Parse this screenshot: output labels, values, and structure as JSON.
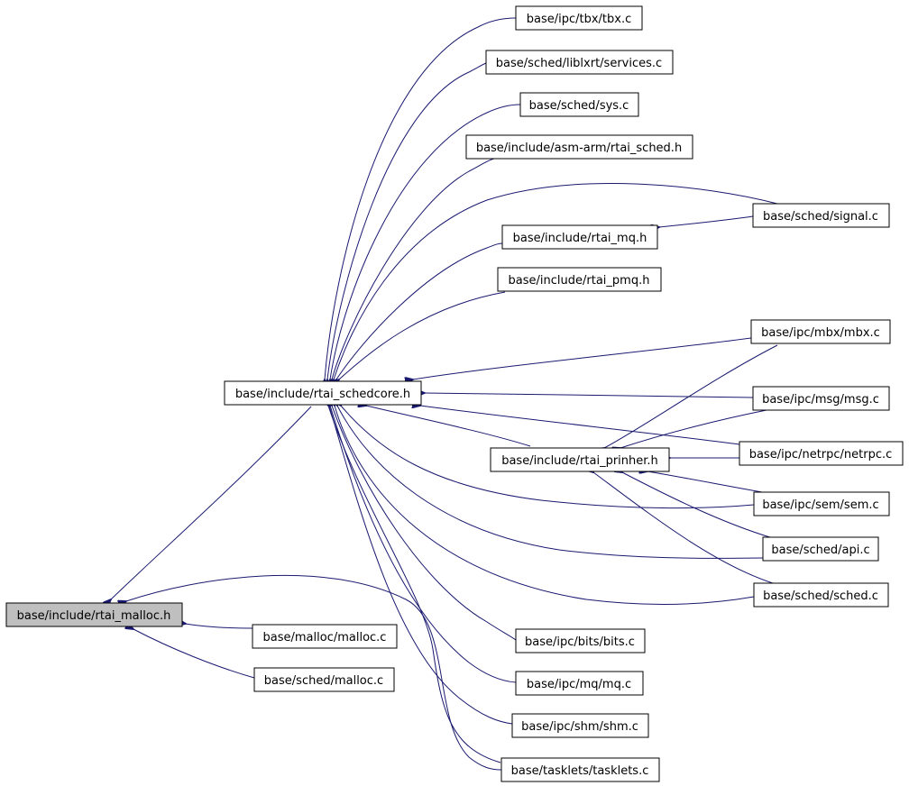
{
  "graph": {
    "colors": {
      "edge": "#191970",
      "root_fill": "#bfbfbf",
      "node_fill": "#ffffff",
      "node_border": "#000000"
    },
    "nodes": {
      "malloc_h": "base/include/rtai_malloc.h",
      "schedcore_h": "base/include/rtai_schedcore.h",
      "prinher_h": "base/include/rtai_prinher.h",
      "mq_h": "base/include/rtai_mq.h",
      "pmq_h": "base/include/rtai_pmq.h",
      "asm_arm": "base/include/asm-arm/rtai_sched.h",
      "tbx_c": "base/ipc/tbx/tbx.c",
      "services_c": "base/sched/liblxrt/services.c",
      "sys_c": "base/sched/sys.c",
      "signal_c": "base/sched/signal.c",
      "mbx_c": "base/ipc/mbx/mbx.c",
      "msg_c": "base/ipc/msg/msg.c",
      "netrpc_c": "base/ipc/netrpc/netrpc.c",
      "sem_c": "base/ipc/sem/sem.c",
      "api_c": "base/sched/api.c",
      "sched_c": "base/sched/sched.c",
      "bits_c": "base/ipc/bits/bits.c",
      "mqc": "base/ipc/mq/mq.c",
      "shm_c": "base/ipc/shm/shm.c",
      "tasklets_c": "base/tasklets/tasklets.c",
      "malloc_c": "base/malloc/malloc.c",
      "sched_malloc_c": "base/sched/malloc.c"
    }
  }
}
